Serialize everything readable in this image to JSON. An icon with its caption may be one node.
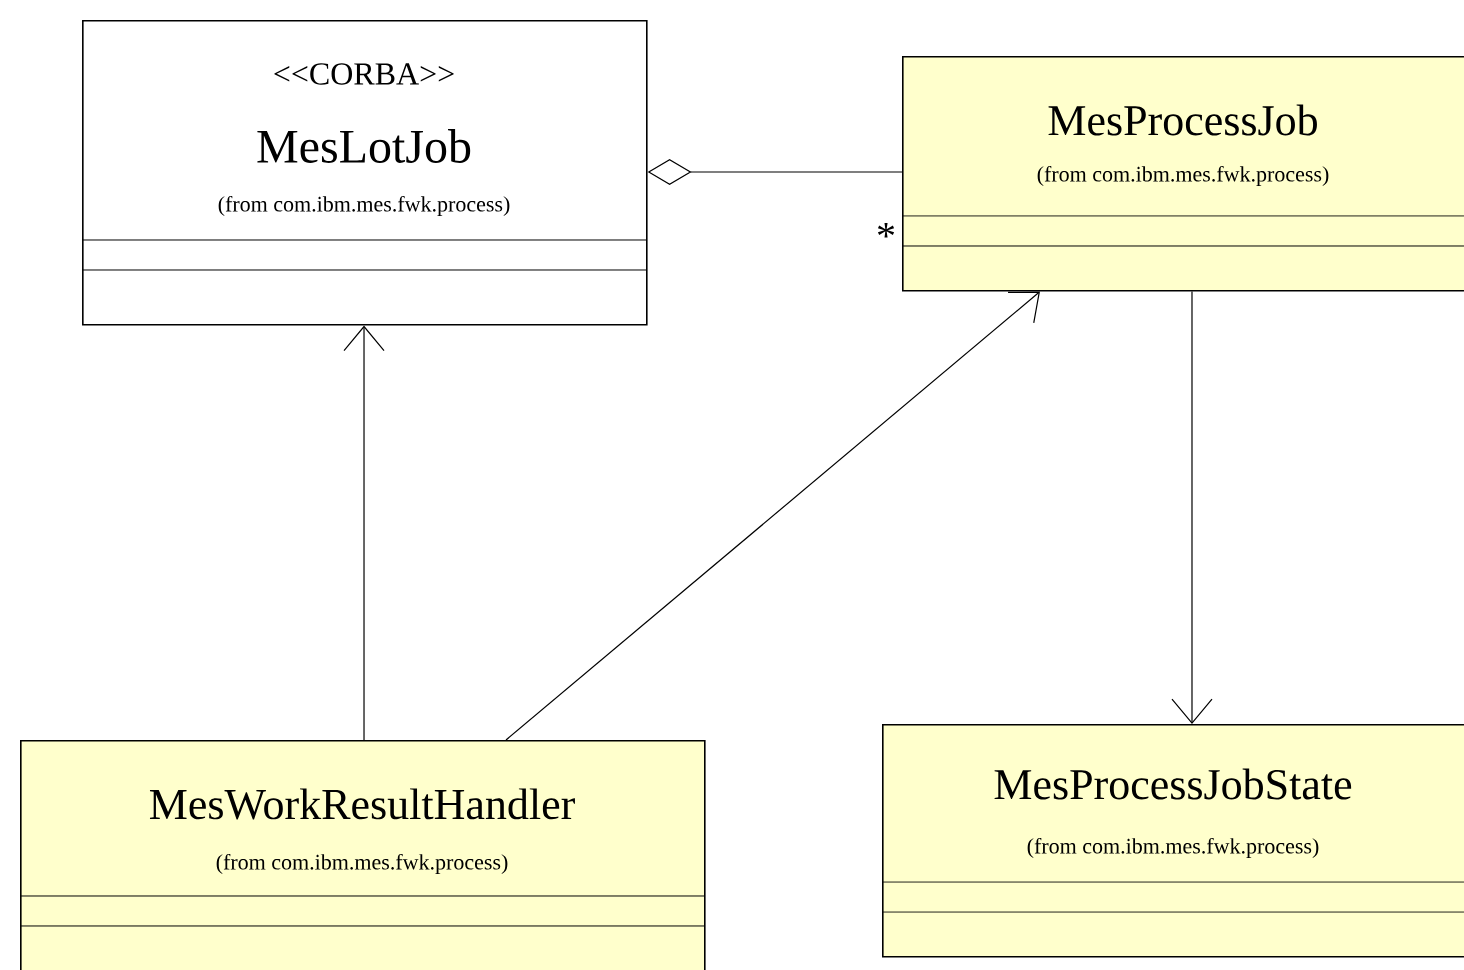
{
  "diagram": {
    "nodes": [
      {
        "text": [
          "<<CORBA>>",
          "MesLotJob",
          "(from com.ibm.mes.fwk.process)"
        ]
      },
      {
        "text": [
          "MesProcessJob",
          "(from com.ibm.mes.fwk.process)"
        ]
      },
      {
        "text": [
          "MesWorkResultHandler",
          "(from com.ibm.mes.fwk.process)"
        ]
      },
      {
        "text": [
          "MesProcessJobState",
          "(from com.ibm.mes.fwk.process)"
        ]
      }
    ],
    "edges": [
      {
        "from": 0,
        "to": 1,
        "arrow": "other",
        "label": "*"
      },
      {
        "from": 2,
        "to": 0,
        "arrow": "to"
      },
      {
        "from": 2,
        "to": 1,
        "arrow": "to"
      },
      {
        "from": 1,
        "to": 3,
        "arrow": "to"
      }
    ]
  }
}
